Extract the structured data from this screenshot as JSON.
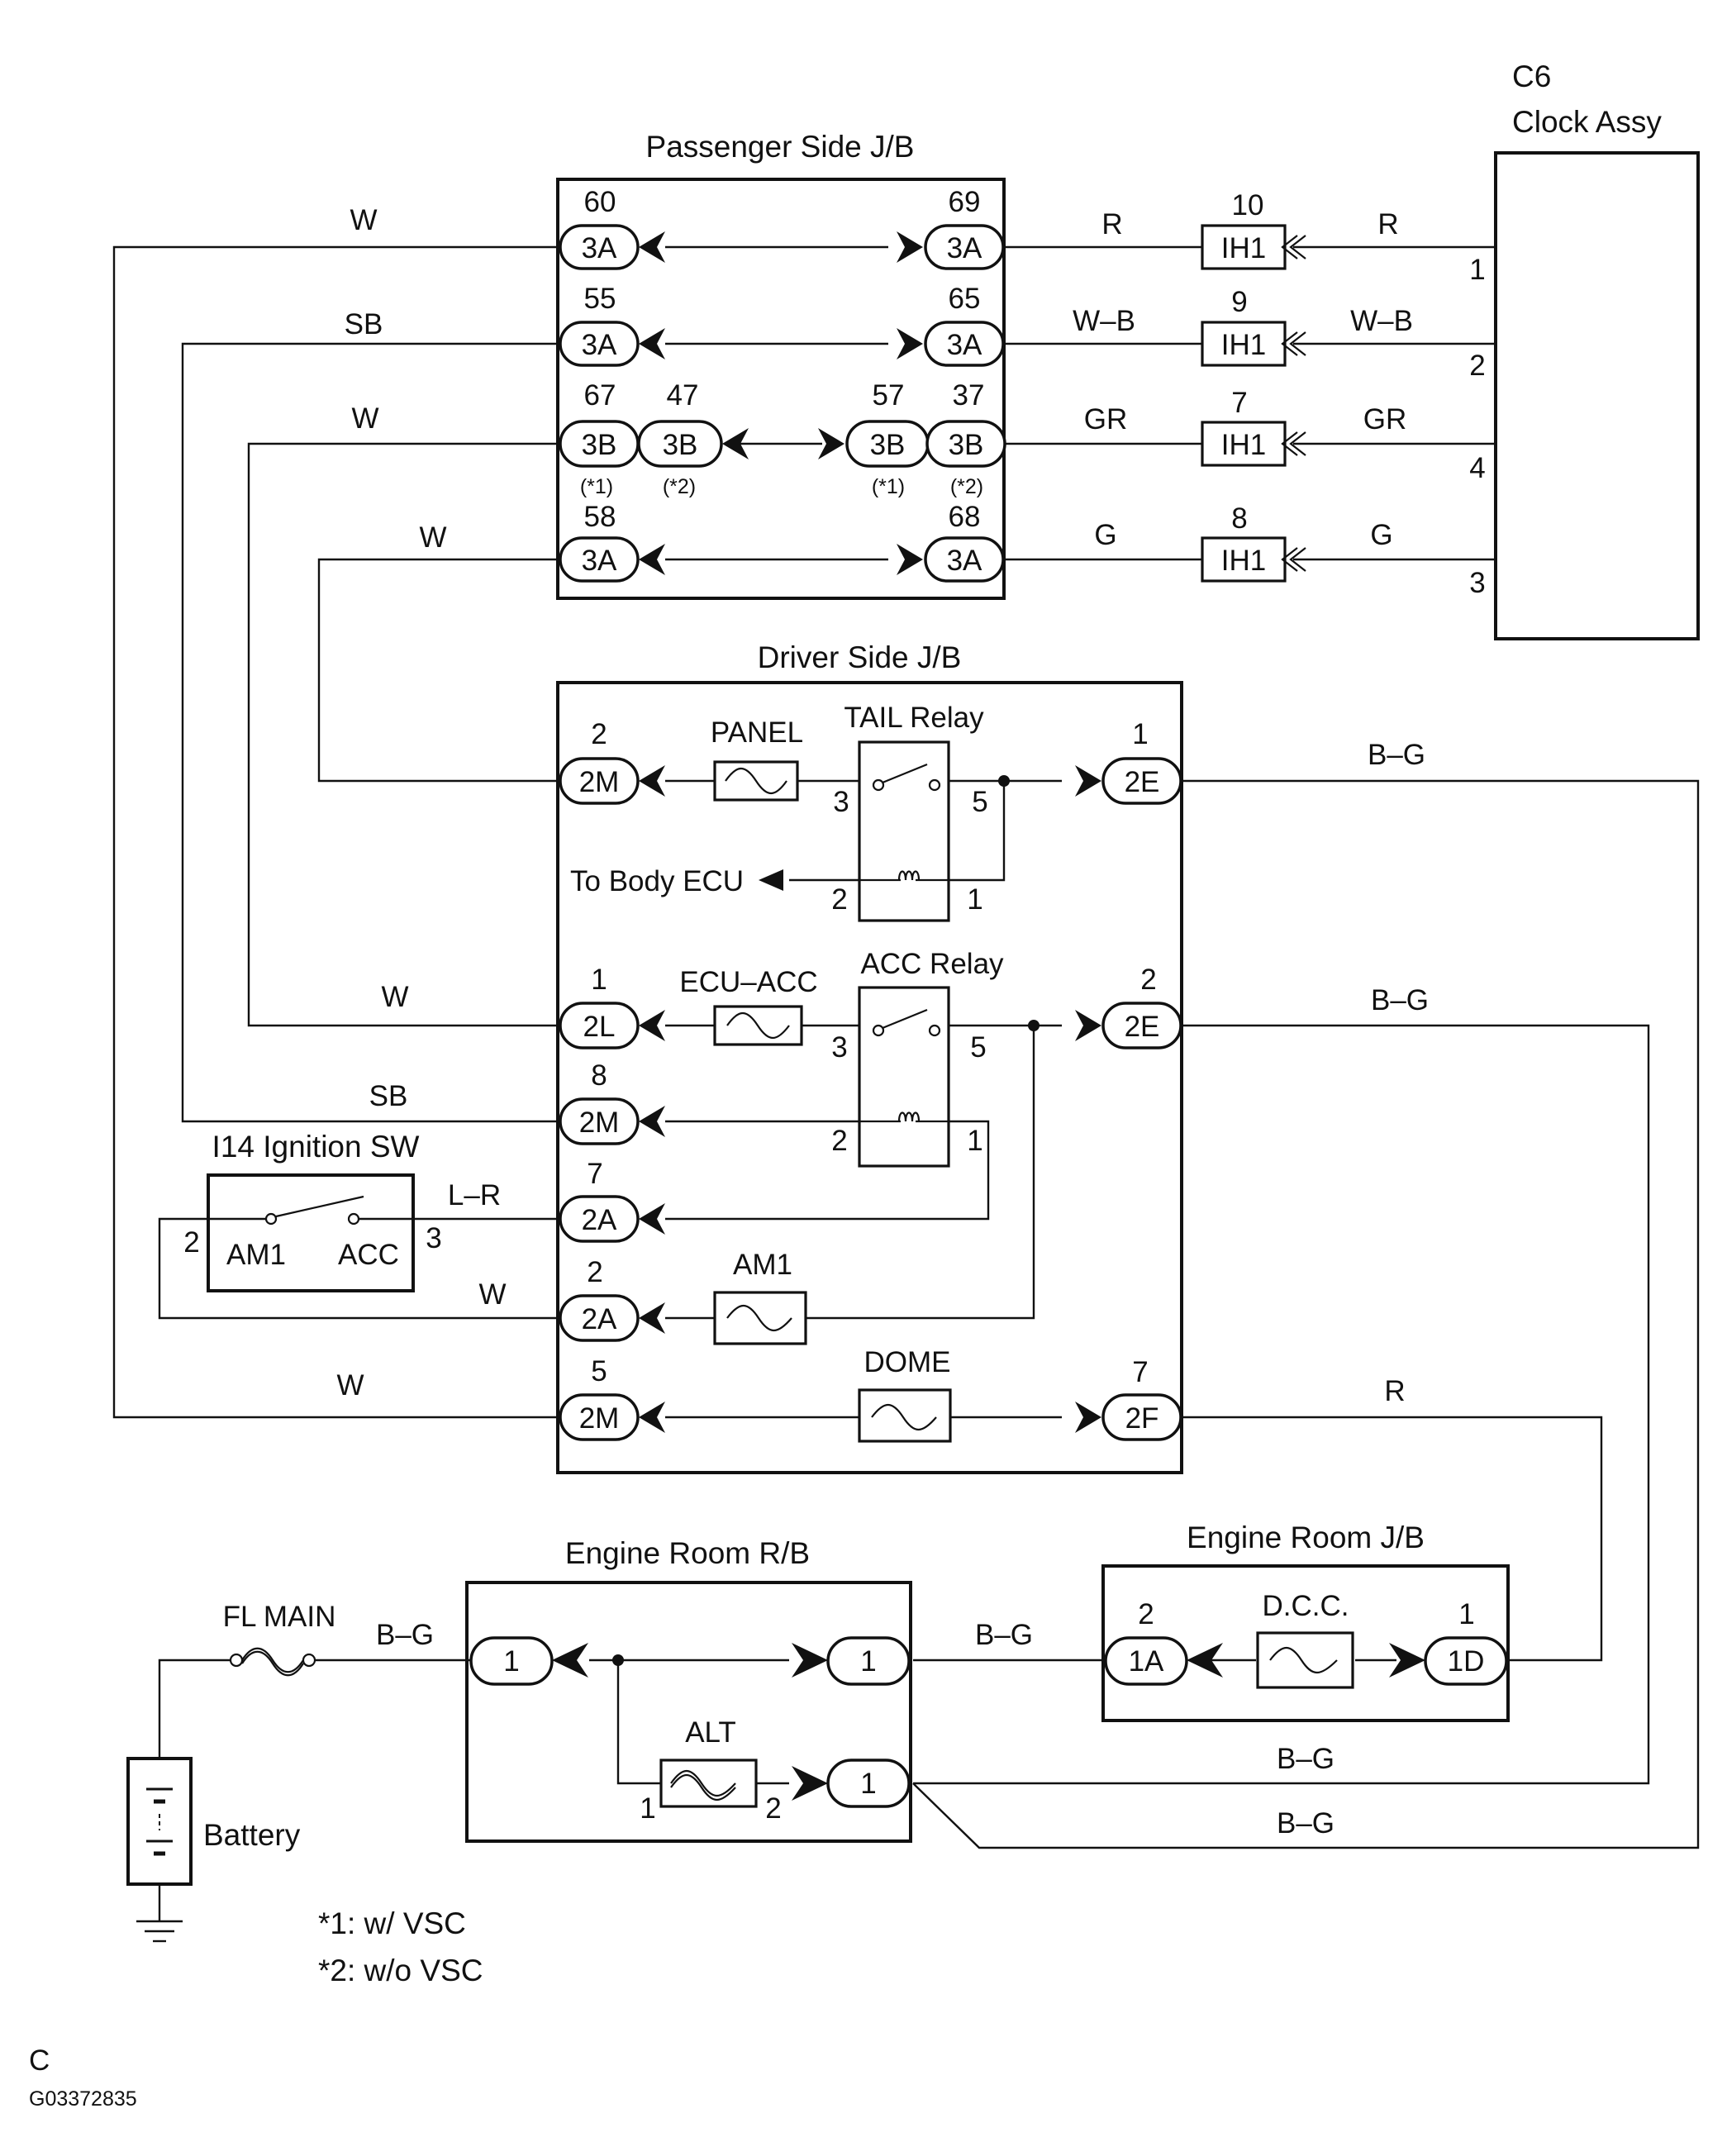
{
  "passenger_jb": {
    "title": "Passenger Side J/B",
    "rows": [
      {
        "left_pin": "60",
        "left_conn": "3A",
        "right_pin": "69",
        "right_conn": "3A"
      },
      {
        "left_pin": "55",
        "left_conn": "3A",
        "right_pin": "65",
        "right_conn": "3A"
      },
      {
        "left_pin": "67",
        "left_conn": "3B",
        "left_pin2": "47",
        "left_conn2": "3B",
        "left_note": "(*1)",
        "left_note2": "(*2)",
        "right_pin": "57",
        "right_conn": "3B",
        "right_pin2": "37",
        "right_conn2": "3B",
        "right_note": "(*1)",
        "right_note2": "(*2)"
      },
      {
        "left_pin": "58",
        "left_conn": "3A",
        "right_pin": "68",
        "right_conn": "3A"
      }
    ]
  },
  "clock": {
    "code": "C6",
    "name": "Clock Assy",
    "pins": [
      "1",
      "2",
      "4",
      "3"
    ]
  },
  "ih1_connectors": [
    {
      "pin": "10",
      "label": "IH1",
      "wire_left": "R",
      "wire_right": "R"
    },
    {
      "pin": "9",
      "label": "IH1",
      "wire_left": "W–B",
      "wire_right": "W–B"
    },
    {
      "pin": "7",
      "label": "IH1",
      "wire_left": "GR",
      "wire_right": "GR"
    },
    {
      "pin": "8",
      "label": "IH1",
      "wire_left": "G",
      "wire_right": "G"
    }
  ],
  "left_wires": [
    "W",
    "SB",
    "W",
    "W"
  ],
  "driver_jb": {
    "title": "Driver Side J/B",
    "panel_fuse": "PANEL",
    "tail_relay": "TAIL Relay",
    "tail_pins": [
      "3",
      "5",
      "2",
      "1"
    ],
    "to_body_ecu": "To Body ECU",
    "ecu_acc_fuse": "ECU–ACC",
    "acc_relay": "ACC Relay",
    "acc_pins": [
      "3",
      "5",
      "2",
      "1"
    ],
    "am1_fuse": "AM1",
    "dome_fuse": "DOME",
    "connectors": [
      {
        "pin": "2",
        "label": "2M"
      },
      {
        "pin": "1",
        "label": "2L"
      },
      {
        "pin": "8",
        "label": "2M"
      },
      {
        "pin": "7",
        "label": "2A"
      },
      {
        "pin": "2",
        "label": "2A"
      },
      {
        "pin": "5",
        "label": "2M"
      }
    ],
    "right_connectors": [
      {
        "pin": "1",
        "label": "2E"
      },
      {
        "pin": "2",
        "label": "2E"
      },
      {
        "pin": "7",
        "label": "2F"
      }
    ],
    "left_wires": [
      "W",
      "SB",
      "L–R",
      "W",
      "W"
    ],
    "right_wires": [
      "B–G",
      "B–G",
      "R"
    ]
  },
  "ignition_sw": {
    "title": "I14 Ignition SW",
    "am1": "AM1",
    "acc": "ACC",
    "pin_left": "2",
    "pin_right": "3"
  },
  "engine_rb": {
    "title": "Engine Room R/B",
    "left_conn": "1",
    "right_conn": "1",
    "lower_conn": "1",
    "alt": "ALT",
    "alt_pin1": "1",
    "alt_pin2": "2"
  },
  "engine_jb": {
    "title": "Engine Room J/B",
    "fuse": "D.C.C.",
    "left_pin": "2",
    "left_conn": "1A",
    "right_pin": "1",
    "right_conn": "1D"
  },
  "fl_main": "FL MAIN",
  "battery": "Battery",
  "bottom_wires": [
    "B–G",
    "B–G",
    "B–G",
    "B–G"
  ],
  "notes": [
    "*1: w/ VSC",
    "*2: w/o VSC"
  ],
  "figure_letter": "C",
  "figure_code": "G03372835"
}
